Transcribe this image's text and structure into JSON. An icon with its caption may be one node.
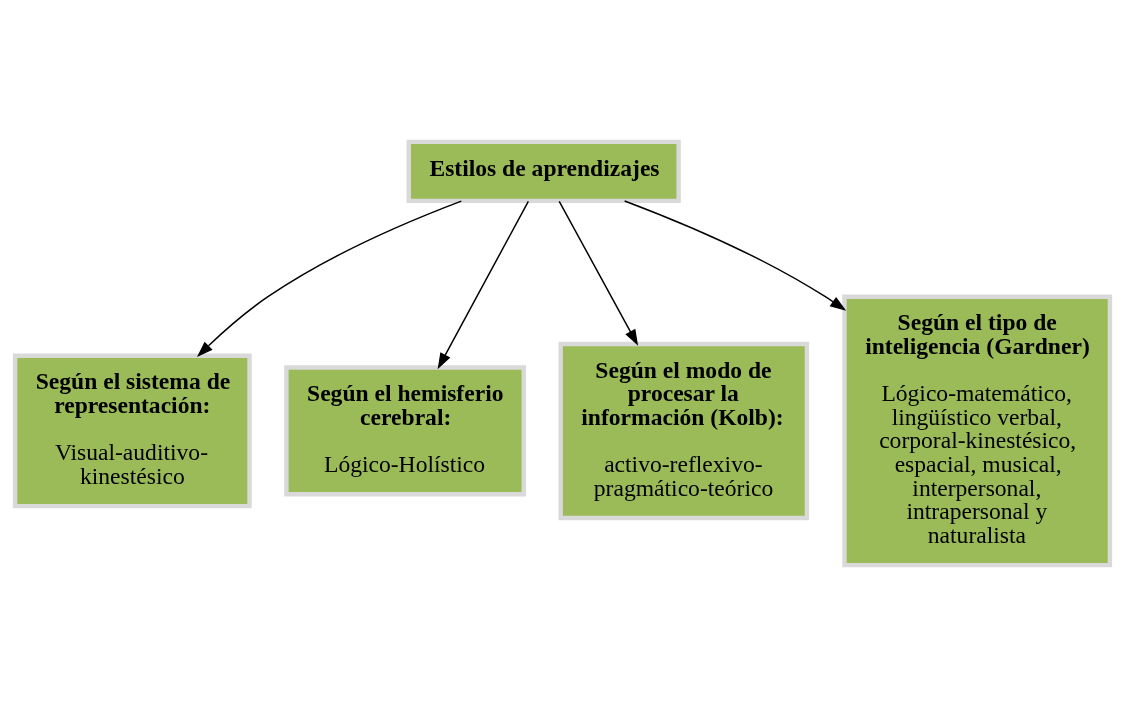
{
  "diagram": {
    "nodes": [
      {
        "text": [
          "Estilos de aprendizajes"
        ]
      },
      {
        "text": [
          "Según el sistema de representación:",
          "Visual-auditivo-kinestésico"
        ]
      },
      {
        "text": [
          "Según el hemisferio cerebral:",
          "Lógico-Holístico"
        ]
      },
      {
        "text": [
          "Según el modo de procesar la información (Kolb):",
          "activo-reflexivo-pragmático-teórico"
        ]
      },
      {
        "text": [
          "Según el tipo de inteligencia (Gardner)",
          "Lógico-matemático, lingüístico verbal, corporal-kinestésico, espacial, musical, interpersonal, intrapersonal y naturalista"
        ]
      }
    ],
    "edges": [
      {
        "from": 0,
        "to": 1,
        "arrow": "to"
      },
      {
        "from": 0,
        "to": 2,
        "arrow": "to"
      },
      {
        "from": 0,
        "to": 3,
        "arrow": "to"
      },
      {
        "from": 0,
        "to": 4,
        "arrow": "to"
      }
    ]
  }
}
